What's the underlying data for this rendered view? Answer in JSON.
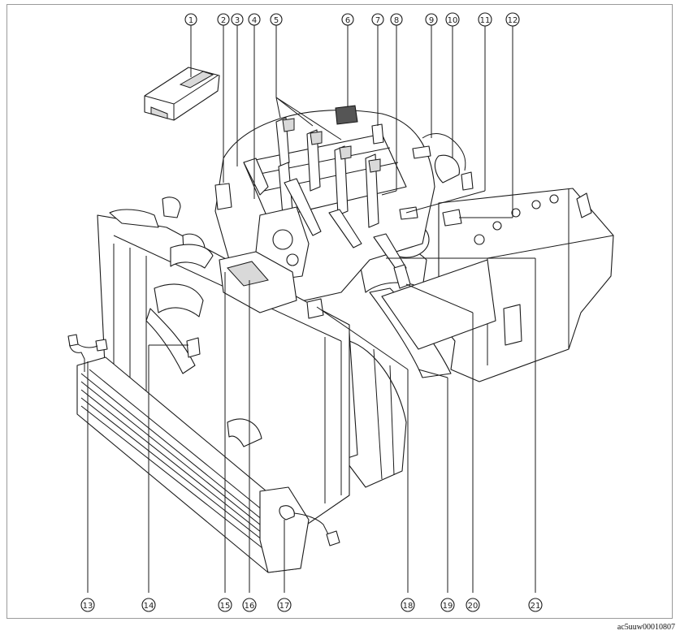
{
  "callouts": [
    "1",
    "2",
    "3",
    "4",
    "5",
    "6",
    "7",
    "8",
    "9",
    "10",
    "11",
    "12",
    "13",
    "14",
    "15",
    "16",
    "17",
    "18",
    "19",
    "20",
    "21"
  ],
  "reference_code": "ac5uuw00010807"
}
